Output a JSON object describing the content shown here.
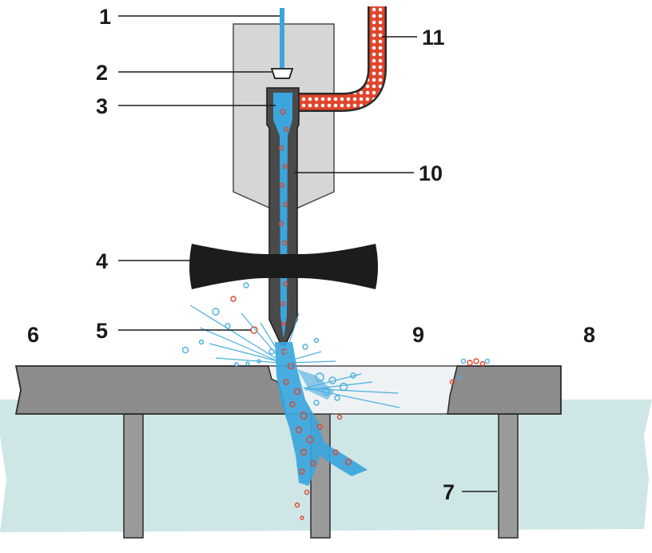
{
  "labels": {
    "l1": "1",
    "l2": "2",
    "l3": "3",
    "l4": "4",
    "l5": "5",
    "l6": "6",
    "l7": "7",
    "l8": "8",
    "l9": "9",
    "l10": "10",
    "l11": "11"
  },
  "colors": {
    "water": "#3aa6dd",
    "abrasive": "#e0452b",
    "housing": "#d6d6d6",
    "workpiece": "#8c8c8c",
    "water_tank": "#cfe6e6",
    "knob": "#1c1c1c"
  }
}
